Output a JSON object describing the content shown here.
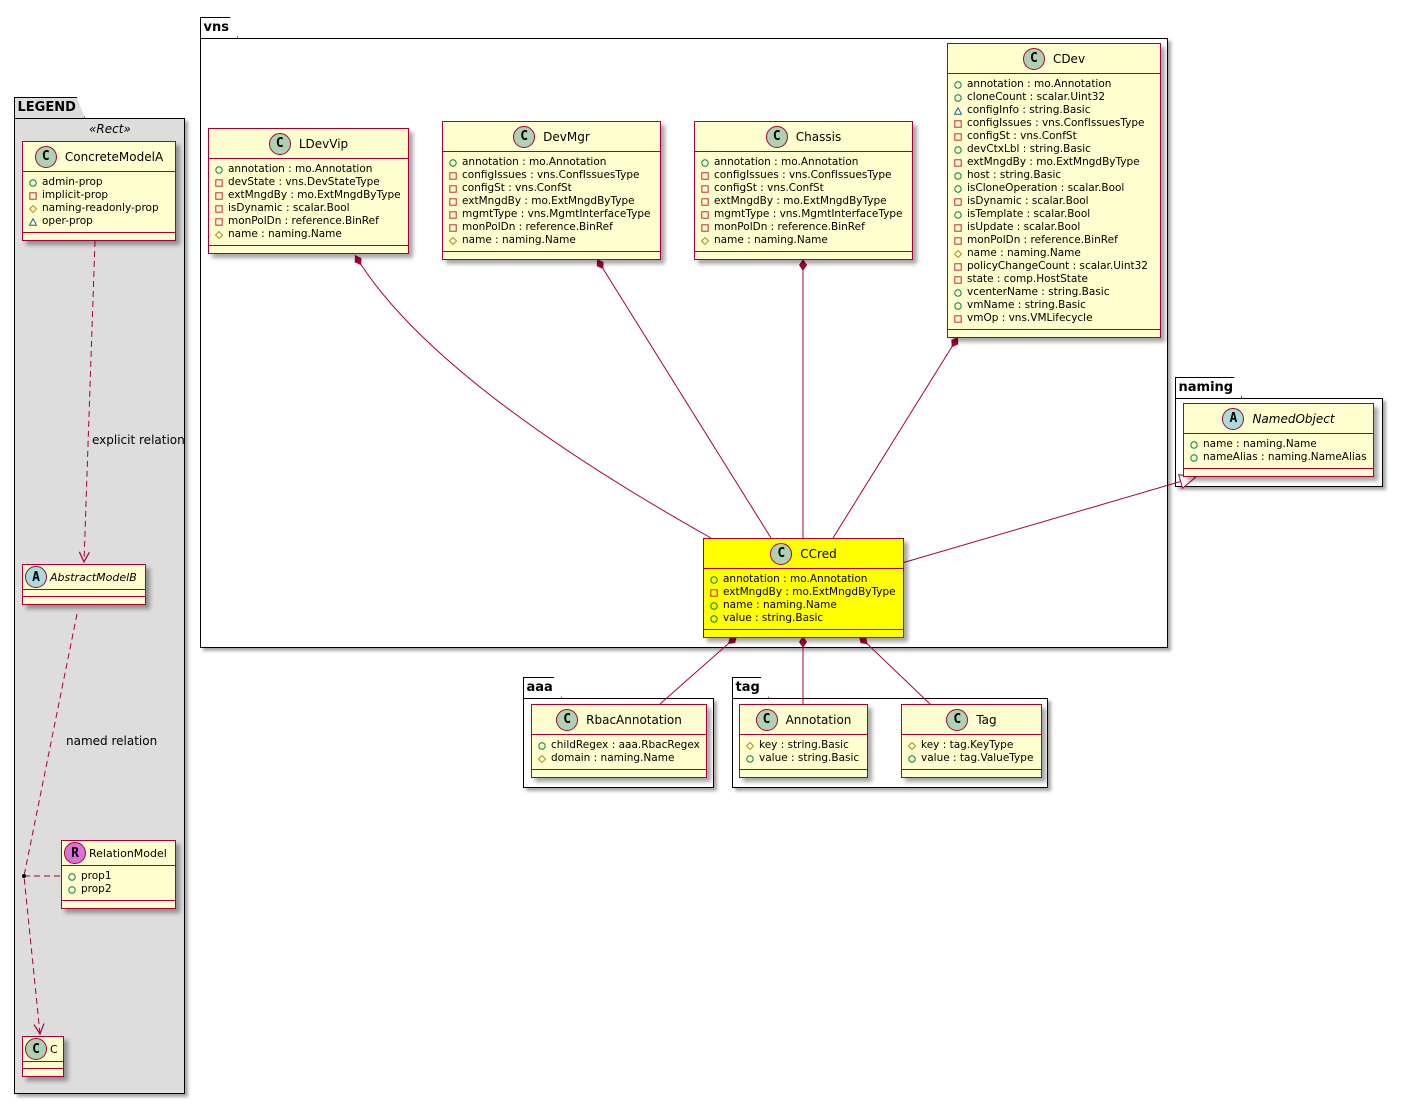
{
  "packages": {
    "legend": "LEGEND",
    "legend_stereotype": "«Rect»",
    "vns": "vns",
    "naming": "naming",
    "aaa": "aaa",
    "tag": "tag"
  },
  "relation_labels": {
    "explicit": "explicit relation",
    "named": "named relation"
  },
  "colors": {
    "border": "#A80036",
    "class_fill": "#FEFECE",
    "highlight_fill": "#FFFF00",
    "legend_fill": "#DDDDDD",
    "spot_class": "#ADD1B2",
    "spot_abstract": "#A9DCDF",
    "spot_relation": "#DA70D6"
  },
  "classes": [
    {
      "id": "ConcreteModelA",
      "name": "ConcreteModelA",
      "kind": "C",
      "members": [
        {
          "v": "+",
          "text": "admin-prop"
        },
        {
          "v": "-",
          "text": "implicit-prop"
        },
        {
          "v": "#",
          "text": "naming-readonly-prop"
        },
        {
          "v": "~",
          "text": "oper-prop"
        }
      ]
    },
    {
      "id": "AbstractModelB",
      "name": "AbstractModelB",
      "kind": "A",
      "members": []
    },
    {
      "id": "RelationModel",
      "name": "RelationModel",
      "kind": "R",
      "members": [
        {
          "v": "+",
          "text": "prop1"
        },
        {
          "v": "+",
          "text": "prop2"
        }
      ]
    },
    {
      "id": "C",
      "name": "C",
      "kind": "C",
      "members": []
    },
    {
      "id": "LDevVip",
      "name": "LDevVip",
      "kind": "C",
      "members": [
        {
          "v": "+",
          "text": "annotation : mo.Annotation"
        },
        {
          "v": "-",
          "text": "devState : vns.DevStateType"
        },
        {
          "v": "-",
          "text": "extMngdBy : mo.ExtMngdByType"
        },
        {
          "v": "-",
          "text": "isDynamic : scalar.Bool"
        },
        {
          "v": "-",
          "text": "monPolDn : reference.BinRef"
        },
        {
          "v": "#",
          "text": "name : naming.Name"
        }
      ]
    },
    {
      "id": "DevMgr",
      "name": "DevMgr",
      "kind": "C",
      "members": [
        {
          "v": "+",
          "text": "annotation : mo.Annotation"
        },
        {
          "v": "-",
          "text": "configIssues : vns.ConfIssuesType"
        },
        {
          "v": "-",
          "text": "configSt : vns.ConfSt"
        },
        {
          "v": "-",
          "text": "extMngdBy : mo.ExtMngdByType"
        },
        {
          "v": "-",
          "text": "mgmtType : vns.MgmtInterfaceType"
        },
        {
          "v": "-",
          "text": "monPolDn : reference.BinRef"
        },
        {
          "v": "#",
          "text": "name : naming.Name"
        }
      ]
    },
    {
      "id": "Chassis",
      "name": "Chassis",
      "kind": "C",
      "members": [
        {
          "v": "+",
          "text": "annotation : mo.Annotation"
        },
        {
          "v": "-",
          "text": "configIssues : vns.ConfIssuesType"
        },
        {
          "v": "-",
          "text": "configSt : vns.ConfSt"
        },
        {
          "v": "-",
          "text": "extMngdBy : mo.ExtMngdByType"
        },
        {
          "v": "-",
          "text": "mgmtType : vns.MgmtInterfaceType"
        },
        {
          "v": "-",
          "text": "monPolDn : reference.BinRef"
        },
        {
          "v": "#",
          "text": "name : naming.Name"
        }
      ]
    },
    {
      "id": "CDev",
      "name": "CDev",
      "kind": "C",
      "members": [
        {
          "v": "+",
          "text": "annotation : mo.Annotation"
        },
        {
          "v": "+",
          "text": "cloneCount : scalar.Uint32"
        },
        {
          "v": "~",
          "text": "configInfo : string.Basic"
        },
        {
          "v": "-",
          "text": "configIssues : vns.ConfIssuesType"
        },
        {
          "v": "-",
          "text": "configSt : vns.ConfSt"
        },
        {
          "v": "+",
          "text": "devCtxLbl : string.Basic"
        },
        {
          "v": "-",
          "text": "extMngdBy : mo.ExtMngdByType"
        },
        {
          "v": "+",
          "text": "host : string.Basic"
        },
        {
          "v": "+",
          "text": "isCloneOperation : scalar.Bool"
        },
        {
          "v": "-",
          "text": "isDynamic : scalar.Bool"
        },
        {
          "v": "+",
          "text": "isTemplate : scalar.Bool"
        },
        {
          "v": "-",
          "text": "isUpdate : scalar.Bool"
        },
        {
          "v": "-",
          "text": "monPolDn : reference.BinRef"
        },
        {
          "v": "#",
          "text": "name : naming.Name"
        },
        {
          "v": "-",
          "text": "policyChangeCount : scalar.Uint32"
        },
        {
          "v": "-",
          "text": "state : comp.HostState"
        },
        {
          "v": "+",
          "text": "vcenterName : string.Basic"
        },
        {
          "v": "+",
          "text": "vmName : string.Basic"
        },
        {
          "v": "-",
          "text": "vmOp : vns.VMLifecycle"
        }
      ]
    },
    {
      "id": "CCred",
      "name": "CCred",
      "kind": "C",
      "highlight": true,
      "members": [
        {
          "v": "+",
          "text": "annotation : mo.Annotation"
        },
        {
          "v": "-",
          "text": "extMngdBy : mo.ExtMngdByType"
        },
        {
          "v": "+",
          "text": "name : naming.Name"
        },
        {
          "v": "+",
          "text": "value : string.Basic"
        }
      ]
    },
    {
      "id": "NamedObject",
      "name": "NamedObject",
      "kind": "A",
      "members": [
        {
          "v": "+",
          "text": "name : naming.Name"
        },
        {
          "v": "+",
          "text": "nameAlias : naming.NameAlias"
        }
      ]
    },
    {
      "id": "RbacAnnotation",
      "name": "RbacAnnotation",
      "kind": "C",
      "members": [
        {
          "v": "+",
          "text": "childRegex : aaa.RbacRegex"
        },
        {
          "v": "#",
          "text": "domain : naming.Name"
        }
      ]
    },
    {
      "id": "Annotation",
      "name": "Annotation",
      "kind": "C",
      "members": [
        {
          "v": "#",
          "text": "key : string.Basic"
        },
        {
          "v": "+",
          "text": "value : string.Basic"
        }
      ]
    },
    {
      "id": "Tag",
      "name": "Tag",
      "kind": "C",
      "members": [
        {
          "v": "#",
          "text": "key : tag.KeyType"
        },
        {
          "v": "+",
          "text": "value : tag.ValueType"
        }
      ]
    }
  ]
}
